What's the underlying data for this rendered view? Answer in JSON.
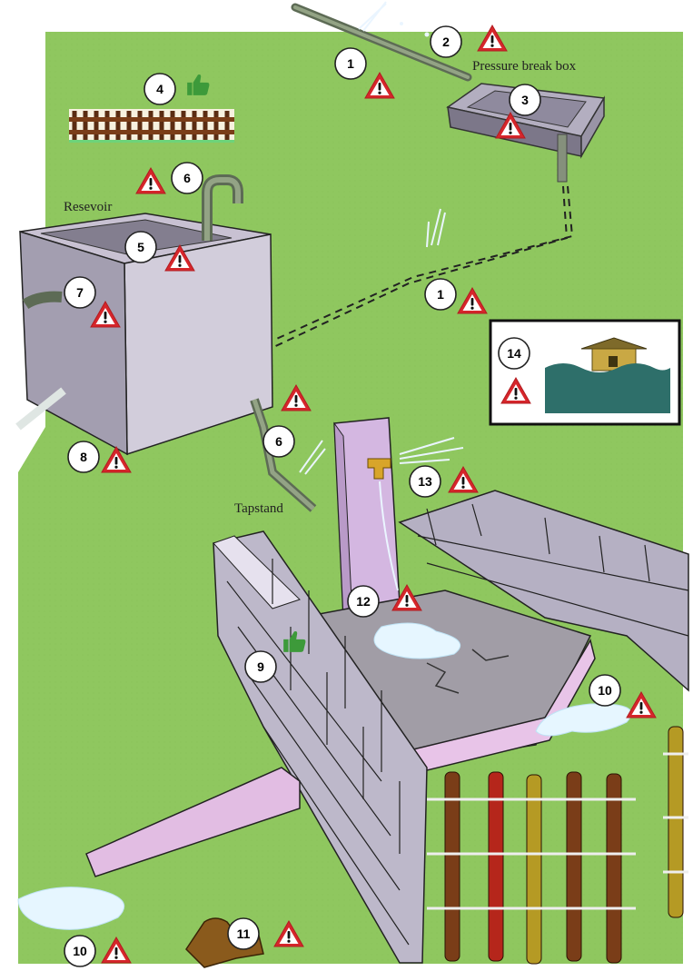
{
  "labels": {
    "pressure_break_box": "Pressure break box",
    "reservoir": "Resevoir",
    "tapstand": "Tapstand"
  },
  "markers": [
    {
      "number": "1",
      "status": "warning"
    },
    {
      "number": "2",
      "status": "warning"
    },
    {
      "number": "3",
      "status": "warning"
    },
    {
      "number": "4",
      "status": "good"
    },
    {
      "number": "5",
      "status": "warning"
    },
    {
      "number": "6",
      "status": "warning"
    },
    {
      "number": "7",
      "status": "warning"
    },
    {
      "number": "1",
      "status": "warning"
    },
    {
      "number": "8",
      "status": "warning"
    },
    {
      "number": "6",
      "status": "warning"
    },
    {
      "number": "13",
      "status": "warning"
    },
    {
      "number": "12",
      "status": "warning"
    },
    {
      "number": "9",
      "status": "good"
    },
    {
      "number": "10",
      "status": "warning"
    },
    {
      "number": "11",
      "status": "warning"
    },
    {
      "number": "10",
      "status": "warning"
    },
    {
      "number": "14",
      "status": "warning"
    }
  ],
  "icons": [
    "warning-triangle-icon",
    "thumbs-up-icon"
  ],
  "colors": {
    "grass": "#8fc75f",
    "warning": "#d6262b",
    "thumb": "#3d9a3a",
    "flood_water": "#2e6f6a",
    "pink_concrete": "#e8c4e8"
  }
}
